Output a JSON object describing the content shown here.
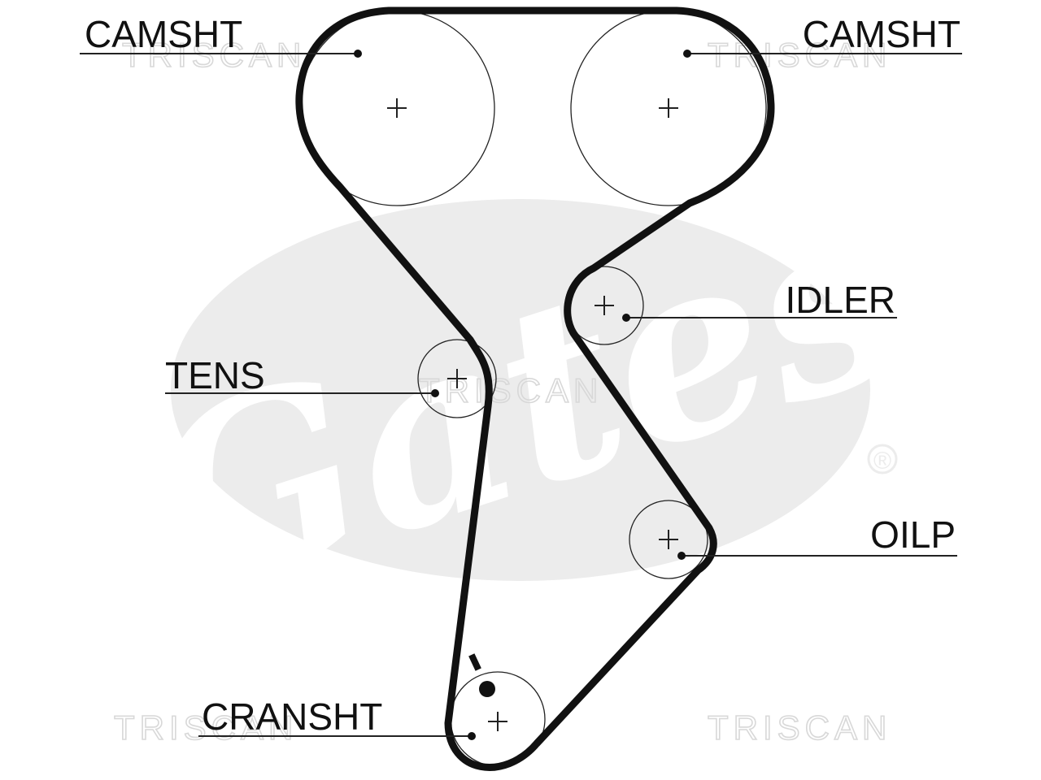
{
  "labels": {
    "camshaft_left": "CAMSHT",
    "camshaft_right": "CAMSHT",
    "idler": "IDLER",
    "tensioner": "TENS",
    "oil_pump": "OILP",
    "crankshaft": "CRANSHT"
  },
  "watermarks": {
    "top_left": "TRISCAN",
    "top_right": "TRISCAN",
    "middle": "TRISCAN",
    "bottom_left": "TRISCAN",
    "bottom_right": "TRISCAN"
  },
  "logo": {
    "text": "Gates",
    "registered_mark": "®",
    "color": "#ececec"
  },
  "colors": {
    "belt": "#111111",
    "pulley_outline": "#222222",
    "label_text": "#111111",
    "watermark": "#d8d8d8"
  }
}
